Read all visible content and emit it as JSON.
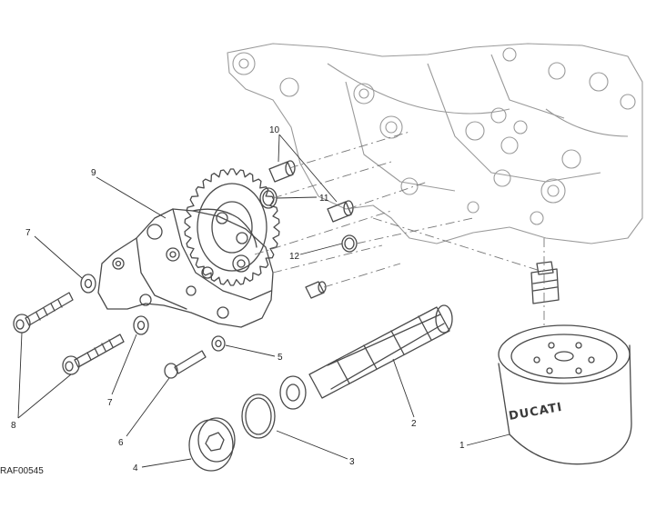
{
  "diagram": {
    "drawing_code": "RAF00545",
    "filter_brand": "DUCATI",
    "callouts": [
      {
        "id": "c1",
        "label": "1"
      },
      {
        "id": "c2",
        "label": "2"
      },
      {
        "id": "c3",
        "label": "3"
      },
      {
        "id": "c4",
        "label": "4"
      },
      {
        "id": "c5",
        "label": "5"
      },
      {
        "id": "c6",
        "label": "6"
      },
      {
        "id": "c7a",
        "label": "7"
      },
      {
        "id": "c7b",
        "label": "7"
      },
      {
        "id": "c8",
        "label": "8"
      },
      {
        "id": "c9",
        "label": "9"
      },
      {
        "id": "c10",
        "label": "10"
      },
      {
        "id": "c11",
        "label": "11"
      },
      {
        "id": "c12",
        "label": "12"
      }
    ]
  }
}
